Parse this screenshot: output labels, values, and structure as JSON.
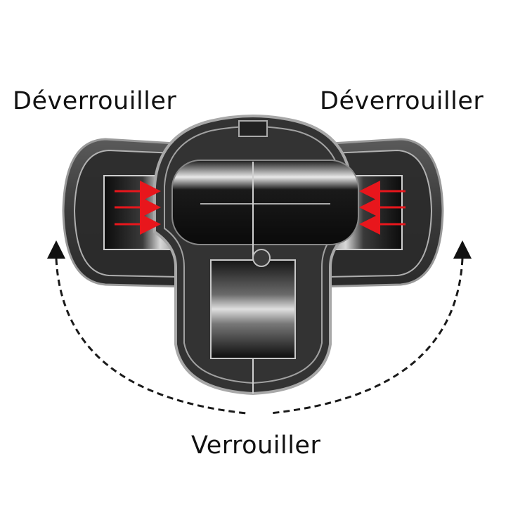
{
  "labels": {
    "unlock_left": "Déverrouiller",
    "unlock_right": "Déverrouiller",
    "lock": "Verrouiller"
  },
  "colors": {
    "arrow_red": "#e8161c",
    "text": "#111111",
    "dashed_arrow": "#1a1a1a"
  },
  "diagram": {
    "subject": "transparent clip mechanism, top view",
    "left_arrows": {
      "count": 3,
      "direction": "right"
    },
    "right_arrows": {
      "count": 3,
      "direction": "left"
    },
    "rotation_arrows": [
      "left-up (unlock)",
      "right-up (unlock)"
    ]
  }
}
